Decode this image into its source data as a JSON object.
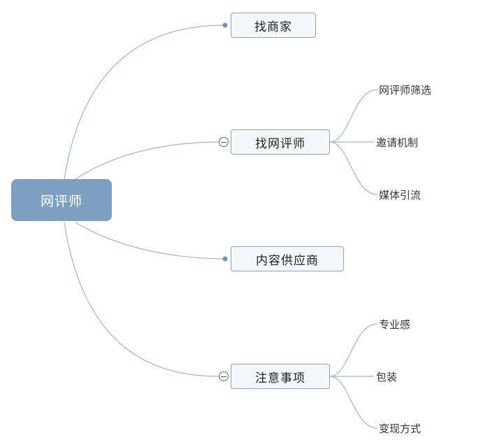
{
  "mindmap": {
    "root": {
      "label": "网评师"
    },
    "branches": [
      {
        "label": "找商家",
        "children": []
      },
      {
        "label": "找网评师",
        "children": [
          "网评师筛选",
          "邀请机制",
          "媒体引流"
        ]
      },
      {
        "label": "内容供应商",
        "children": []
      },
      {
        "label": "注意事项",
        "children": [
          "专业感",
          "包装",
          "变现方式"
        ]
      }
    ]
  },
  "colors": {
    "root_fill": "#7d9fc0",
    "branch_fill": "#f3f7fb",
    "branch_border": "#8aa6c2",
    "connector": "#9fb6cc",
    "dot": "#6f94bc"
  }
}
